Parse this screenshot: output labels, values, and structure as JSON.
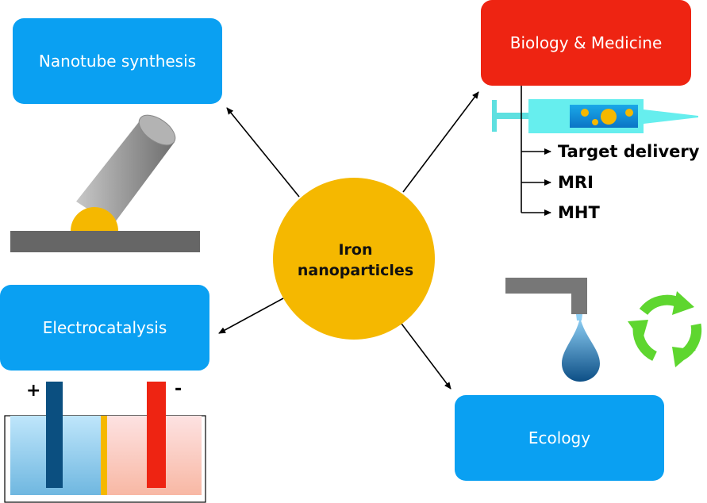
{
  "center": {
    "line1": "Iron",
    "line2": "nanoparticles",
    "color": "#F5B800"
  },
  "boxes": {
    "nanotube": {
      "label": "Nanotube synthesis",
      "color": "#0AA0F2"
    },
    "biology": {
      "label": "Biology & Medicine",
      "color": "#EE2412"
    },
    "electrocatalysis": {
      "label": "Electrocatalysis",
      "color": "#0AA0F2"
    },
    "ecology": {
      "label": "Ecology",
      "color": "#0AA0F2"
    }
  },
  "biology_items": [
    "Target delivery",
    "MRI",
    "MHT"
  ],
  "electrodes": {
    "plus": "+",
    "minus": "-"
  },
  "icons": [
    "nanotube-icon",
    "syringe-icon",
    "faucet-icon",
    "water-drop-icon",
    "recycle-icon",
    "electrolysis-cell-icon"
  ]
}
